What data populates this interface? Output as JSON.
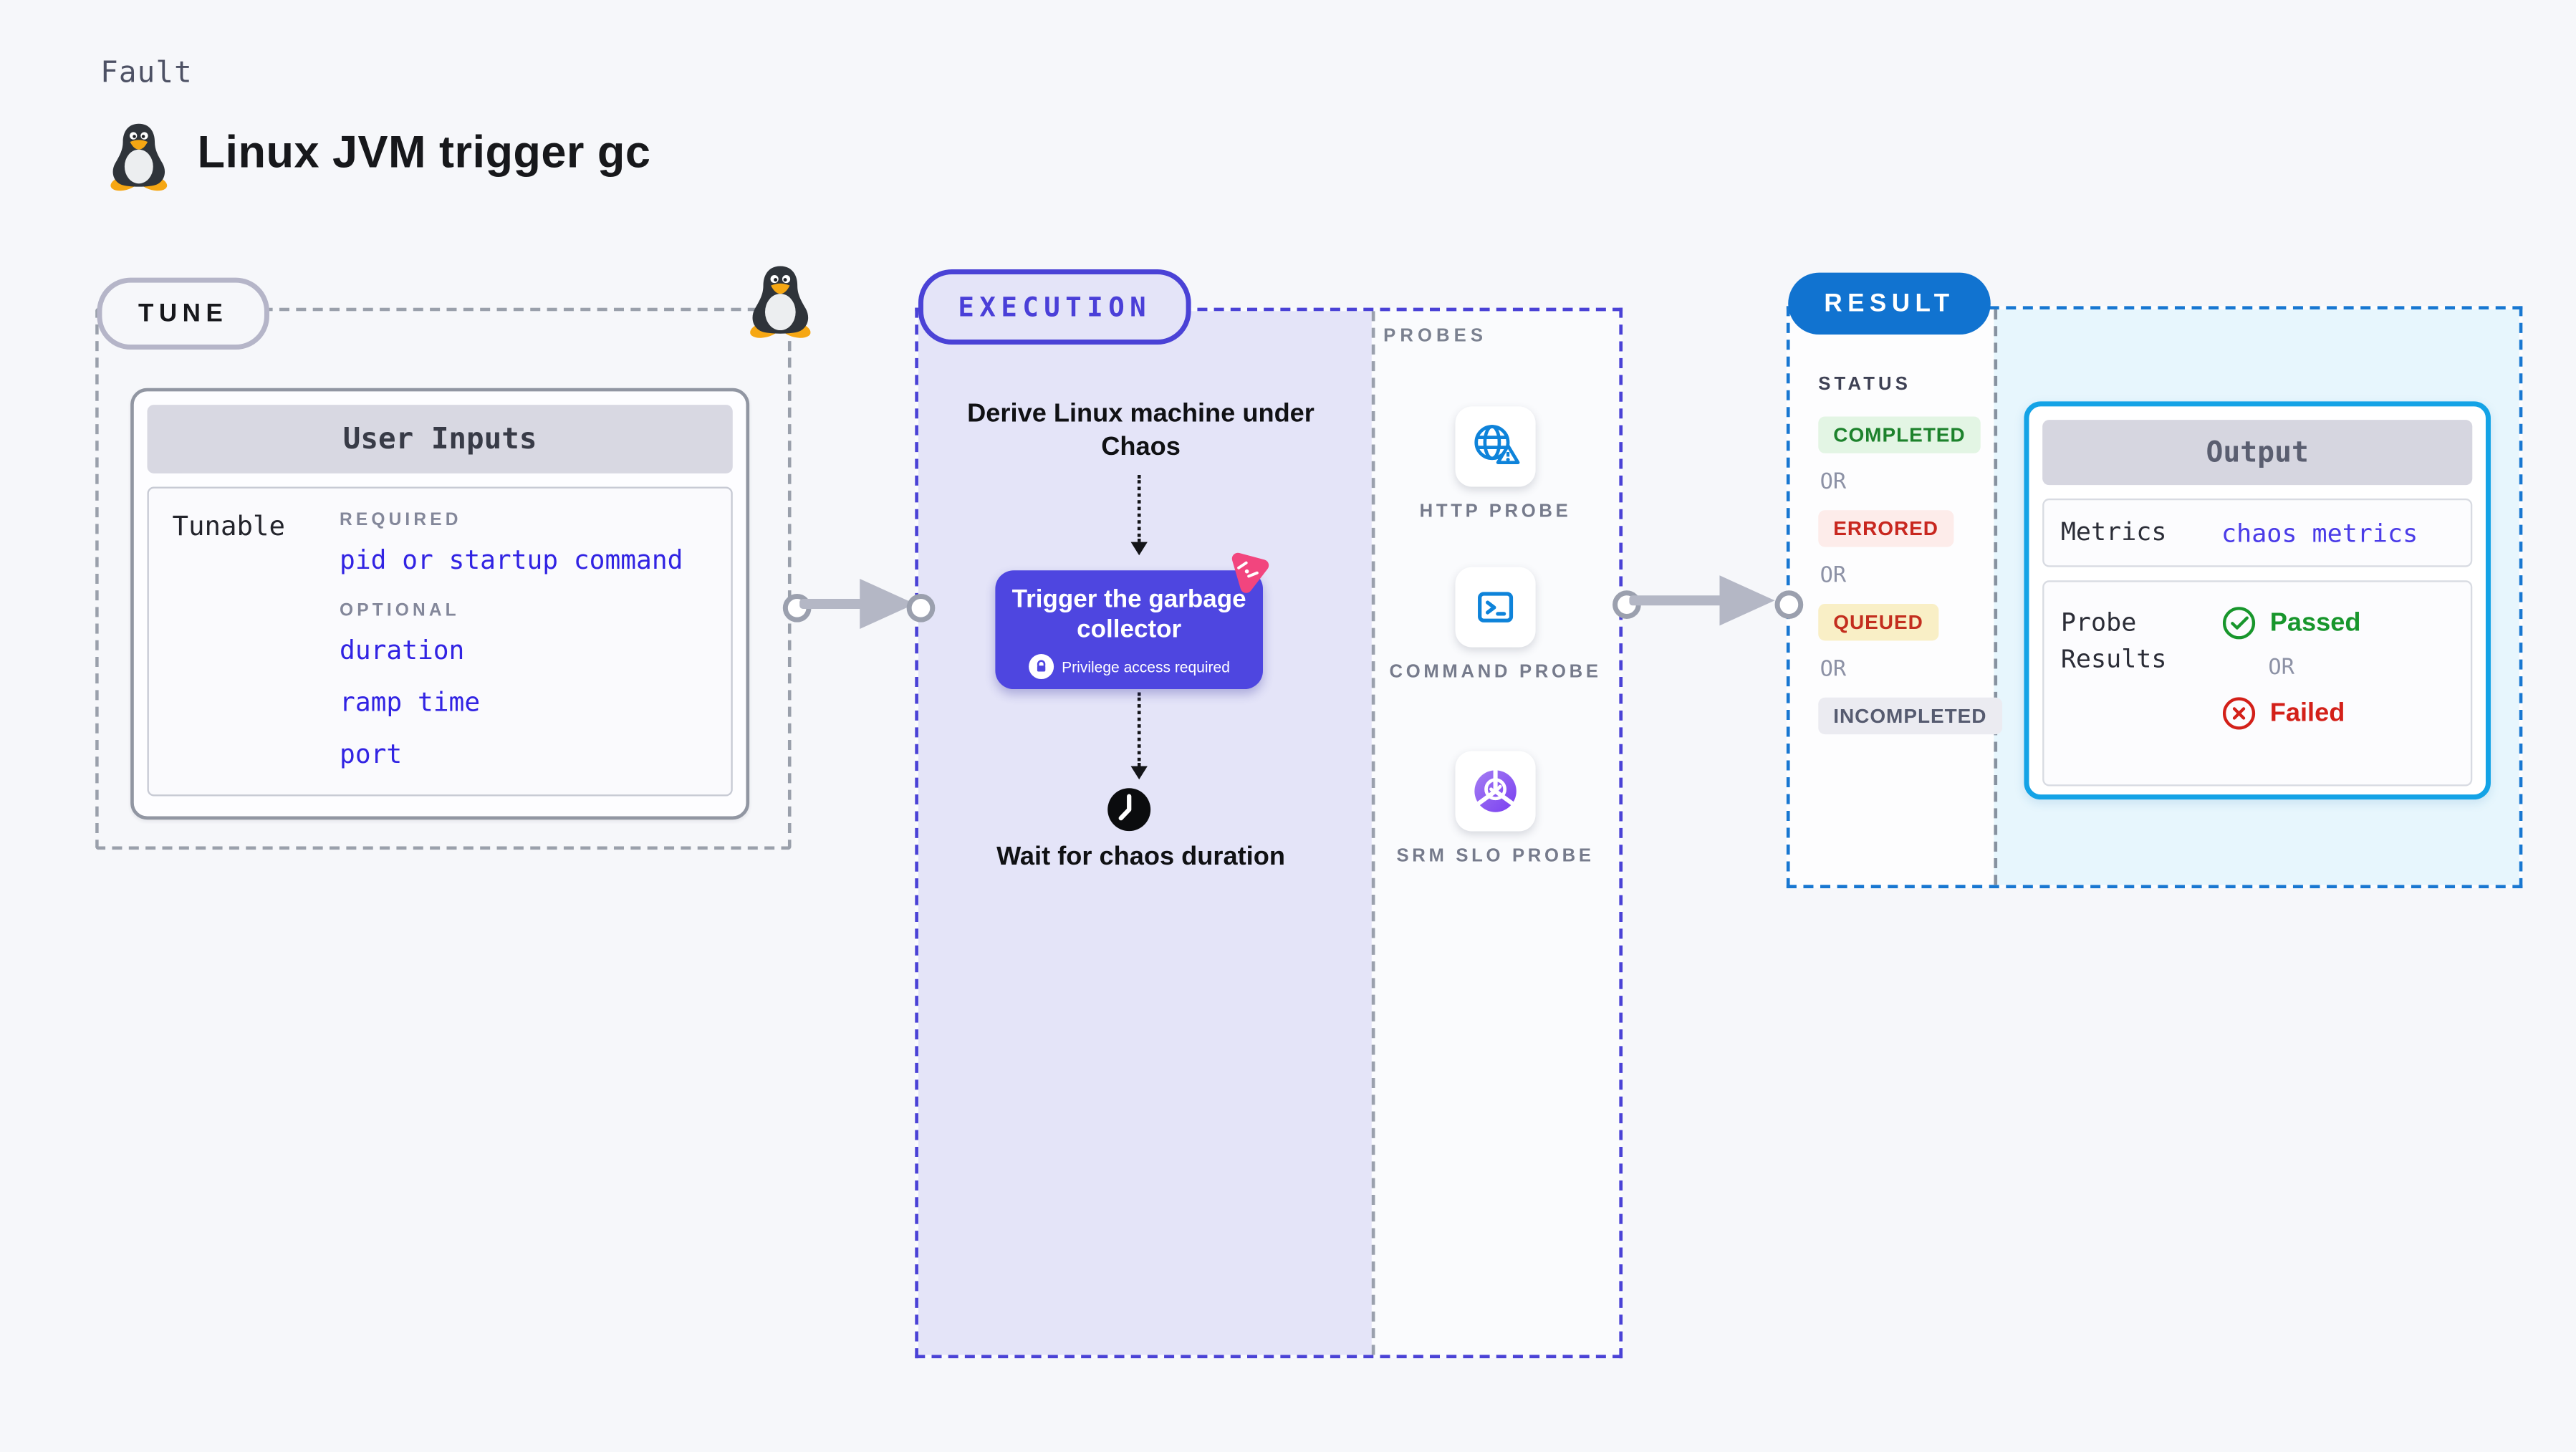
{
  "page": {
    "kicker": "Fault",
    "title": "Linux JVM trigger gc"
  },
  "tune": {
    "label": "TUNE",
    "user_inputs": {
      "title": "User Inputs",
      "row_label": "Tunable",
      "required_label": "REQUIRED",
      "required_items": [
        "pid or startup command"
      ],
      "optional_label": "OPTIONAL",
      "optional_items": [
        "duration",
        "ramp time",
        "port"
      ]
    }
  },
  "execution": {
    "label": "EXECUTION",
    "derive_step": "Derive Linux machine under Chaos",
    "trigger_step": "Trigger the garbage collector",
    "privilege_note": "Privilege access required",
    "wait_step": "Wait for chaos duration"
  },
  "probes": {
    "label": "PROBES",
    "items": [
      {
        "name": "HTTP PROBE",
        "icon": "globe-alert-icon"
      },
      {
        "name": "COMMAND PROBE",
        "icon": "terminal-icon"
      },
      {
        "name": "SRM SLO PROBE",
        "icon": "slo-gauge-icon"
      }
    ]
  },
  "result": {
    "label": "RESULT",
    "status": {
      "label": "STATUS",
      "or_label": "OR",
      "badges": [
        {
          "text": "COMPLETED",
          "fg": "#1d822c",
          "bg": "#e3f5e4"
        },
        {
          "text": "ERRORED",
          "fg": "#c8271f",
          "bg": "#fdecea"
        },
        {
          "text": "QUEUED",
          "fg": "#c32e1e",
          "bg": "#f9efc6"
        },
        {
          "text": "INCOMPLETED",
          "fg": "#565b70",
          "bg": "#ebebf1"
        }
      ]
    },
    "output": {
      "title": "Output",
      "metrics_label": "Metrics",
      "metrics_value": "chaos metrics",
      "probe_results_label": "Probe Results",
      "passed_label": "Passed",
      "or_label": "OR",
      "failed_label": "Failed"
    }
  },
  "colors": {
    "page_bg": "#f6f7fa",
    "accent_indigo": "#4a42d6",
    "execution_bg": "#e4e4f8",
    "trigger_button": "#4e46e0",
    "param_blue": "#3123e3",
    "metrics_violet": "#4a3be8",
    "result_blue": "#1173d0",
    "result_panel_bg": "#e7f6fd",
    "output_border": "#14a3e6",
    "passed_green": "#18962c",
    "failed_red": "#d32019",
    "chaos_pink": "#f2457e",
    "probe_icon_blue": "#0e83da",
    "tux_orange": "#f6a713"
  }
}
